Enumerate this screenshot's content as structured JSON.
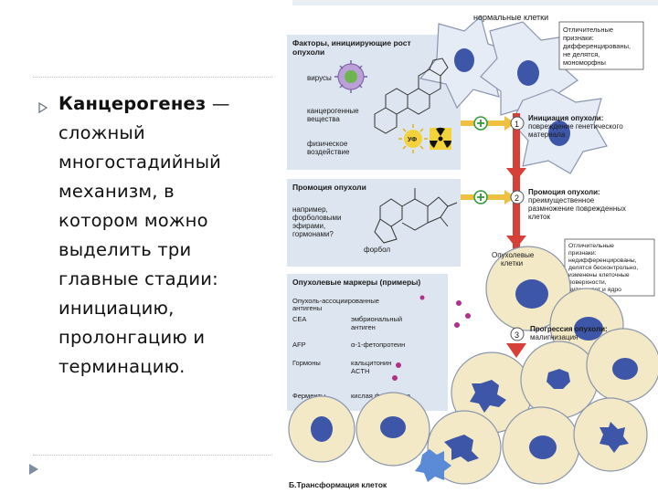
{
  "slide": {
    "term": "Канцерогенез",
    "dash": " —",
    "lines": [
      "сложный",
      "многостадийный",
      "механизм, в",
      "котором можно",
      "выделить три",
      "главные стадии:",
      "инициацию,",
      "пролонгацию и",
      "терминацию."
    ]
  },
  "figure": {
    "normal_cells": "нормальные клетки",
    "normal_traits": [
      "Отличительные",
      "признаки:",
      "дифференцированы,",
      "не делятся,",
      "мономорфны"
    ],
    "initiators_title": [
      "Факторы, инициирующие рост",
      "опухоли"
    ],
    "viruses": "вирусы",
    "carcinogens": [
      "канцерогенные",
      "вещества"
    ],
    "physical": [
      "физическое",
      "воздействие"
    ],
    "uv": "УФ",
    "stage1_num": "1",
    "stage1": [
      "Инициация опухоли:",
      "повреждение генетического",
      "материала"
    ],
    "promotion_title": "Промоция опухоли",
    "promotion_example": [
      "например,",
      "форболовыми",
      "эфирами,",
      "гормонами?"
    ],
    "phorbol": "форбол",
    "stage2_num": "2",
    "stage2": [
      "Промоция опухоли:",
      "преимущественное",
      "размножение поврежденных",
      "клеток"
    ],
    "tumor_cells": [
      "Опухолевые",
      "клетки"
    ],
    "tumor_traits": [
      "Отличительные",
      "признаки:",
      "недифференцированы,",
      "делятся бесконтрольно,",
      "изменены клеточные",
      "поверхности,",
      "цитоскелет и ядро"
    ],
    "markers_title": "Опухолевые маркеры (примеры)",
    "markers_assoc": [
      "Опухоль-ассоциированные",
      "антигены"
    ],
    "markers_rows": [
      {
        "name": "CEA",
        "value": [
          "эмбриональный",
          "антиген"
        ]
      },
      {
        "name": "AFP",
        "value": [
          "α-1-фетопротеин"
        ]
      },
      {
        "name": "Гормоны",
        "value": [
          "кальцитонин",
          "ACTH"
        ]
      },
      {
        "name": "Ферменты",
        "value": [
          "кислая фосфатаза"
        ]
      }
    ],
    "stage3_num": "3",
    "stage3": [
      "Прогрессия опухоли:",
      "малигнизация"
    ],
    "caption": "Б.Трансформация клеток"
  }
}
